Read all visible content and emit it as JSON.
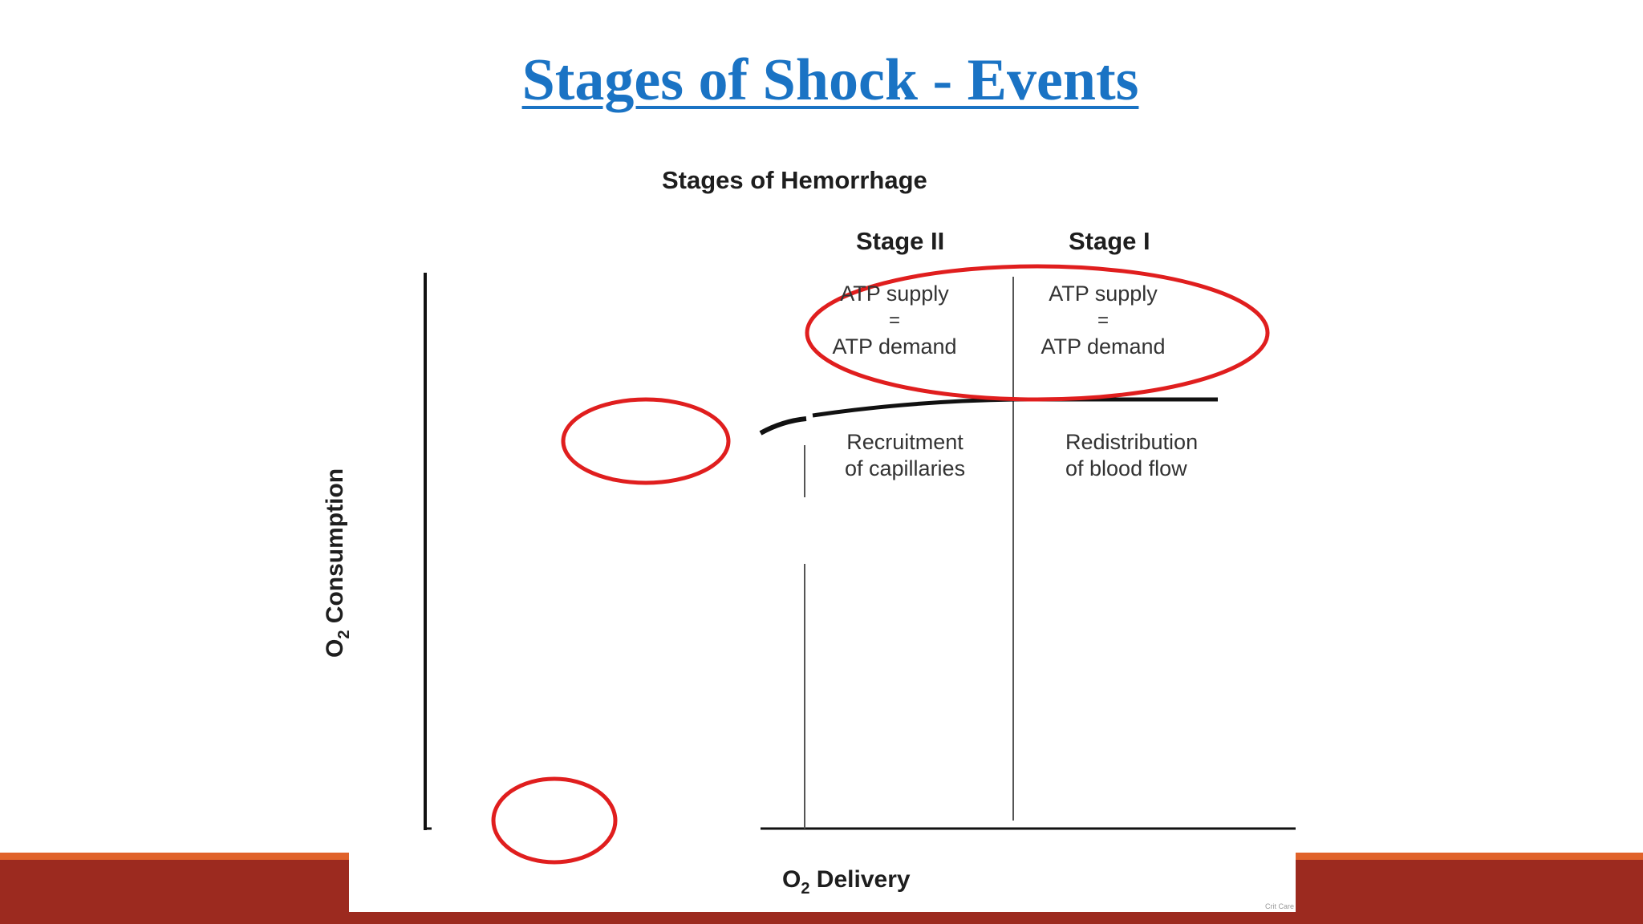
{
  "slide": {
    "title": "Stages of  Shock - Events"
  },
  "figure": {
    "title": "Stages of Hemorrhage",
    "stages": {
      "stage2": "Stage II",
      "stage1": "Stage I"
    },
    "cells": {
      "left": {
        "line1": "ATP supply",
        "eq": "=",
        "line2": "ATP demand"
      },
      "right": {
        "line1": "ATP supply",
        "eq": "=",
        "line2": "ATP demand"
      }
    },
    "mechanisms": {
      "left_line1": "Recruitment",
      "left_line2": "of capillaries",
      "right_line1": "Redistribution",
      "right_line2": "of blood flow"
    },
    "y_axis": {
      "prefix": "O",
      "sub": "2",
      "rest": " Consumption"
    },
    "x_axis": {
      "prefix": "O",
      "sub": "2",
      "rest": " Delivery"
    },
    "credit": "Crit Care"
  },
  "colors": {
    "title": "#1a73c4",
    "annotation_red": "#e01e1e",
    "band_orange": "#e0622a",
    "band_red": "#9c2a1f"
  }
}
